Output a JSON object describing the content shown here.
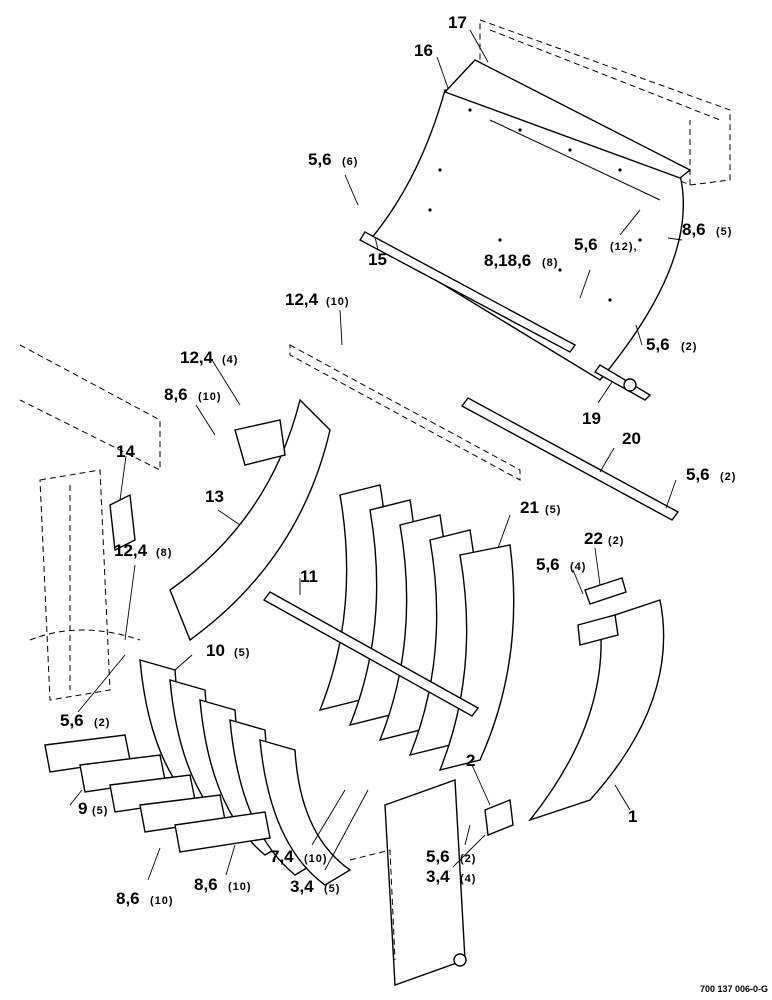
{
  "drawing_code": "700 137 006-0-G",
  "callouts": [
    {
      "id": "c17",
      "text": "17",
      "qty": ""
    },
    {
      "id": "c16",
      "text": "16",
      "qty": ""
    },
    {
      "id": "c56a",
      "text": "5,6",
      "qty": "(6)"
    },
    {
      "id": "c56b",
      "text": "5,6",
      "qty": "(12),"
    },
    {
      "id": "c86a",
      "text": "8,6",
      "qty": "(5)"
    },
    {
      "id": "c8186",
      "text": "8,18,6",
      "qty": "(8)"
    },
    {
      "id": "c15",
      "text": "15",
      "qty": ""
    },
    {
      "id": "c124a",
      "text": "12,4",
      "qty": "(10)"
    },
    {
      "id": "c56c",
      "text": "5,6",
      "qty": "(2)"
    },
    {
      "id": "c124b",
      "text": "12,4",
      "qty": "(4)"
    },
    {
      "id": "c86b",
      "text": "8,6",
      "qty": "(10)"
    },
    {
      "id": "c19",
      "text": "19",
      "qty": ""
    },
    {
      "id": "c20",
      "text": "20",
      "qty": ""
    },
    {
      "id": "c14",
      "text": "14",
      "qty": ""
    },
    {
      "id": "c56d",
      "text": "5,6",
      "qty": "(2)"
    },
    {
      "id": "c13",
      "text": "13",
      "qty": ""
    },
    {
      "id": "c21",
      "text": "21",
      "qty": "(5)"
    },
    {
      "id": "c124c",
      "text": "12,4",
      "qty": "(8)"
    },
    {
      "id": "c22",
      "text": "22",
      "qty": "(2)"
    },
    {
      "id": "c11",
      "text": "11",
      "qty": ""
    },
    {
      "id": "c56e",
      "text": "5,6",
      "qty": "(4)"
    },
    {
      "id": "c10",
      "text": "10",
      "qty": "(5)"
    },
    {
      "id": "c56f",
      "text": "5,6",
      "qty": "(2)"
    },
    {
      "id": "c2",
      "text": "2",
      "qty": ""
    },
    {
      "id": "c1",
      "text": "1",
      "qty": ""
    },
    {
      "id": "c9",
      "text": "9",
      "qty": "(5)"
    },
    {
      "id": "c56g",
      "text": "5,6",
      "qty": "(2)"
    },
    {
      "id": "c74",
      "text": "7,4",
      "qty": "(10)"
    },
    {
      "id": "c34a",
      "text": "3,4",
      "qty": "(4)"
    },
    {
      "id": "c86c",
      "text": "8,6",
      "qty": "(10)"
    },
    {
      "id": "c86d",
      "text": "8,6",
      "qty": "(10)"
    },
    {
      "id": "c34b",
      "text": "3,4",
      "qty": "(5)"
    }
  ]
}
